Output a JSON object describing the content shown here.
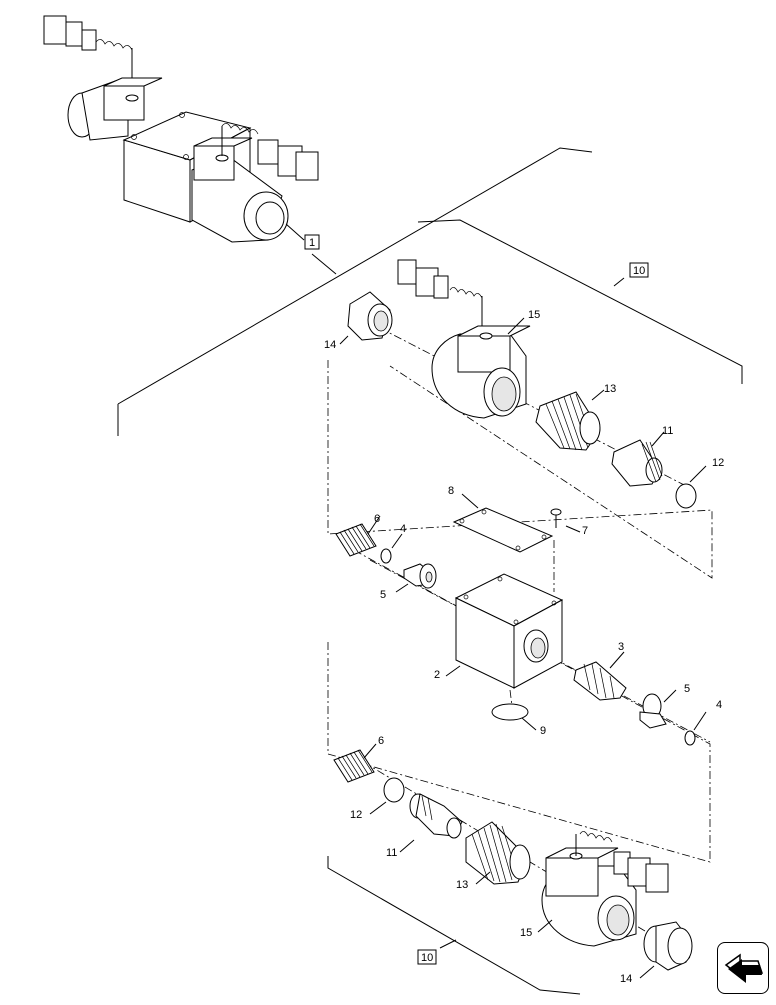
{
  "callouts": {
    "c1": "1",
    "c2": "2",
    "c3": "3",
    "c4a": "4",
    "c4b": "4",
    "c5a": "5",
    "c5b": "5",
    "c6a": "6",
    "c6b": "6",
    "c7": "7",
    "c8": "8",
    "c9": "9",
    "c10a": "10",
    "c10b": "10",
    "c11a": "11",
    "c11b": "11",
    "c12a": "12",
    "c12b": "12",
    "c13a": "13",
    "c13b": "13",
    "c14a": "14",
    "c14b": "14",
    "c15a": "15",
    "c15b": "15"
  },
  "nav": {
    "icon": "arrow-left-icon"
  }
}
